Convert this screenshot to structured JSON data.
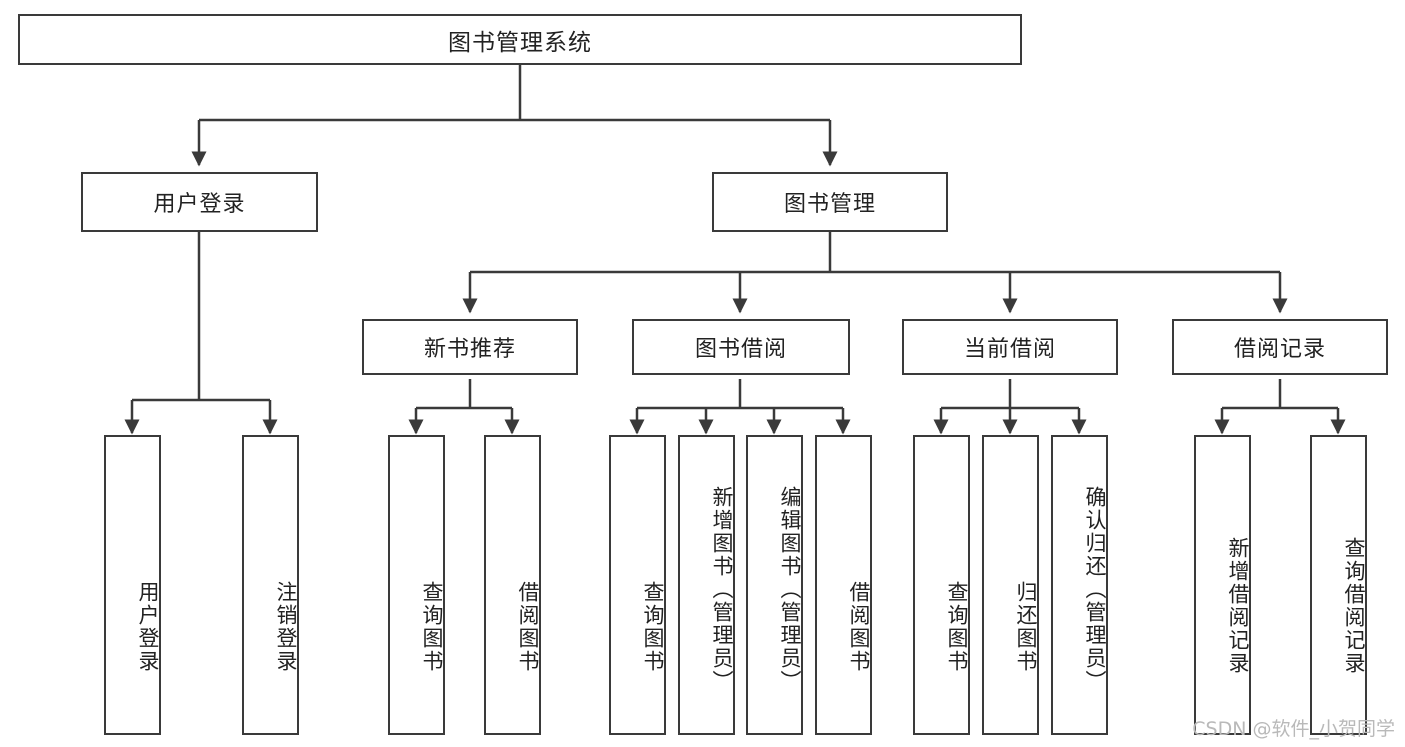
{
  "diagram": {
    "title": "图书管理系统",
    "type": "tree",
    "watermark": "CSDN @软件_小贺同学",
    "root": {
      "label": "图书管理系统"
    },
    "level2": [
      {
        "label": "用户登录"
      },
      {
        "label": "图书管理"
      }
    ],
    "level3": [
      {
        "label": "新书推荐"
      },
      {
        "label": "图书借阅"
      },
      {
        "label": "当前借阅"
      },
      {
        "label": "借阅记录"
      }
    ],
    "leaves": {
      "user_login": [
        {
          "label": "用户登录"
        },
        {
          "label": "注销登录"
        }
      ],
      "new_book": [
        {
          "label": "查询图书"
        },
        {
          "label": "借阅图书"
        }
      ],
      "book_borrow": [
        {
          "label": "查询图书"
        },
        {
          "label": "新增图书（管理员）"
        },
        {
          "label": "编辑图书（管理员）"
        },
        {
          "label": "借阅图书"
        }
      ],
      "current_borrow": [
        {
          "label": "查询图书"
        },
        {
          "label": "归还图书"
        },
        {
          "label": "确认归还（管理员）"
        }
      ],
      "borrow_record": [
        {
          "label": "新增借阅记录"
        },
        {
          "label": "查询借阅记录"
        }
      ]
    },
    "colors": {
      "stroke": "#3a3a3a",
      "fill": "#ffffff",
      "text": "#222222",
      "watermark": "#b9b9b9"
    }
  }
}
